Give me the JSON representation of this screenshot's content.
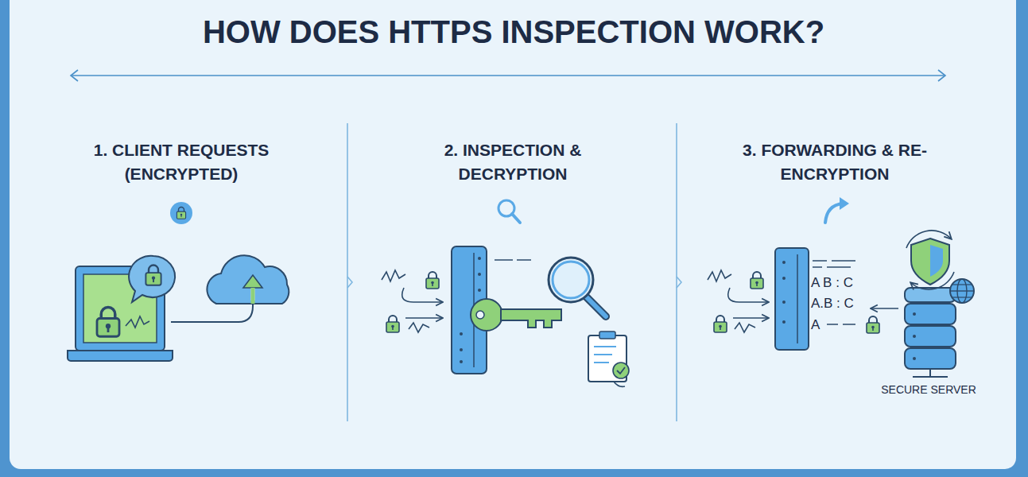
{
  "diagram": {
    "title": "HOW DOES HTTPS INSPECTION WORK?",
    "labels": [
      "1. CLIENT REQUESTS (ENCRYPTED)",
      "2. INSPECTION & DECRYPTION",
      "3. FORWARDING & RE-ENCRYPTION",
      "A B : C",
      "A.B : C",
      "A",
      "SECURE SERVER"
    ]
  }
}
